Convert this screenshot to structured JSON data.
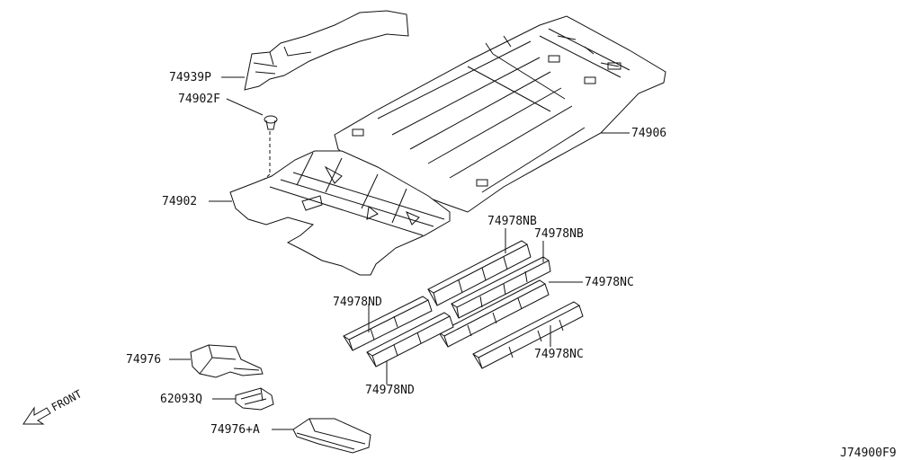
{
  "diagram": {
    "code": "J74900F9",
    "front_label": "FRONT",
    "labels": {
      "p74939p": "74939P",
      "p74902f": "74902F",
      "p74906": "74906",
      "p74902": "74902",
      "p74978nb_1": "74978NB",
      "p74978nb_2": "74978NB",
      "p74978nc_1": "74978NC",
      "p74978nd_1": "74978ND",
      "p74978nd_2": "74978ND",
      "p74978nc_2": "74978NC",
      "p74976": "74976",
      "p62093q": "62093Q",
      "p74976a": "74976+A"
    }
  }
}
